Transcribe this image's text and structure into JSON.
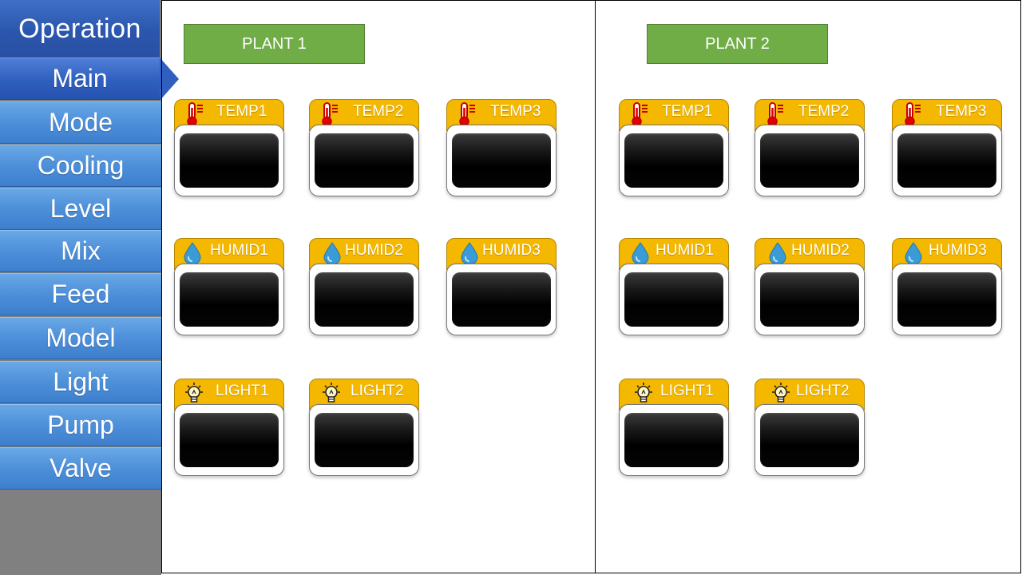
{
  "sidebar": {
    "title": "Operation",
    "items": [
      {
        "label": "Main",
        "active": true
      },
      {
        "label": "Mode"
      },
      {
        "label": "Cooling"
      },
      {
        "label": "Level"
      },
      {
        "label": "Mix"
      },
      {
        "label": "Feed"
      },
      {
        "label": "Model"
      },
      {
        "label": "Light"
      },
      {
        "label": "Pump"
      },
      {
        "label": "Valve"
      }
    ]
  },
  "colors": {
    "sidebar_blue": "#4d8fd9",
    "sidebar_active": "#2f5fbf",
    "plant_green": "#70ad47",
    "tile_yellow": "#f5b800",
    "screen_black": "#000000"
  },
  "plants": [
    {
      "label": "PLANT 1",
      "temp": [
        {
          "label": "TEMP1",
          "icon": "thermometer-icon"
        },
        {
          "label": "TEMP2",
          "icon": "thermometer-icon"
        },
        {
          "label": "TEMP3",
          "icon": "thermometer-icon"
        }
      ],
      "humid": [
        {
          "label": "HUMID1",
          "icon": "water-drop-icon"
        },
        {
          "label": "HUMID2",
          "icon": "water-drop-icon"
        },
        {
          "label": "HUMID3",
          "icon": "water-drop-icon"
        }
      ],
      "light": [
        {
          "label": "LIGHT1",
          "icon": "light-bulb-icon"
        },
        {
          "label": "LIGHT2",
          "icon": "light-bulb-icon"
        }
      ]
    },
    {
      "label": "PLANT 2",
      "temp": [
        {
          "label": "TEMP1",
          "icon": "thermometer-icon"
        },
        {
          "label": "TEMP2",
          "icon": "thermometer-icon"
        },
        {
          "label": "TEMP3",
          "icon": "thermometer-icon"
        }
      ],
      "humid": [
        {
          "label": "HUMID1",
          "icon": "water-drop-icon"
        },
        {
          "label": "HUMID2",
          "icon": "water-drop-icon"
        },
        {
          "label": "HUMID3",
          "icon": "water-drop-icon"
        }
      ],
      "light": [
        {
          "label": "LIGHT1",
          "icon": "light-bulb-icon"
        },
        {
          "label": "LIGHT2",
          "icon": "light-bulb-icon"
        }
      ]
    }
  ]
}
